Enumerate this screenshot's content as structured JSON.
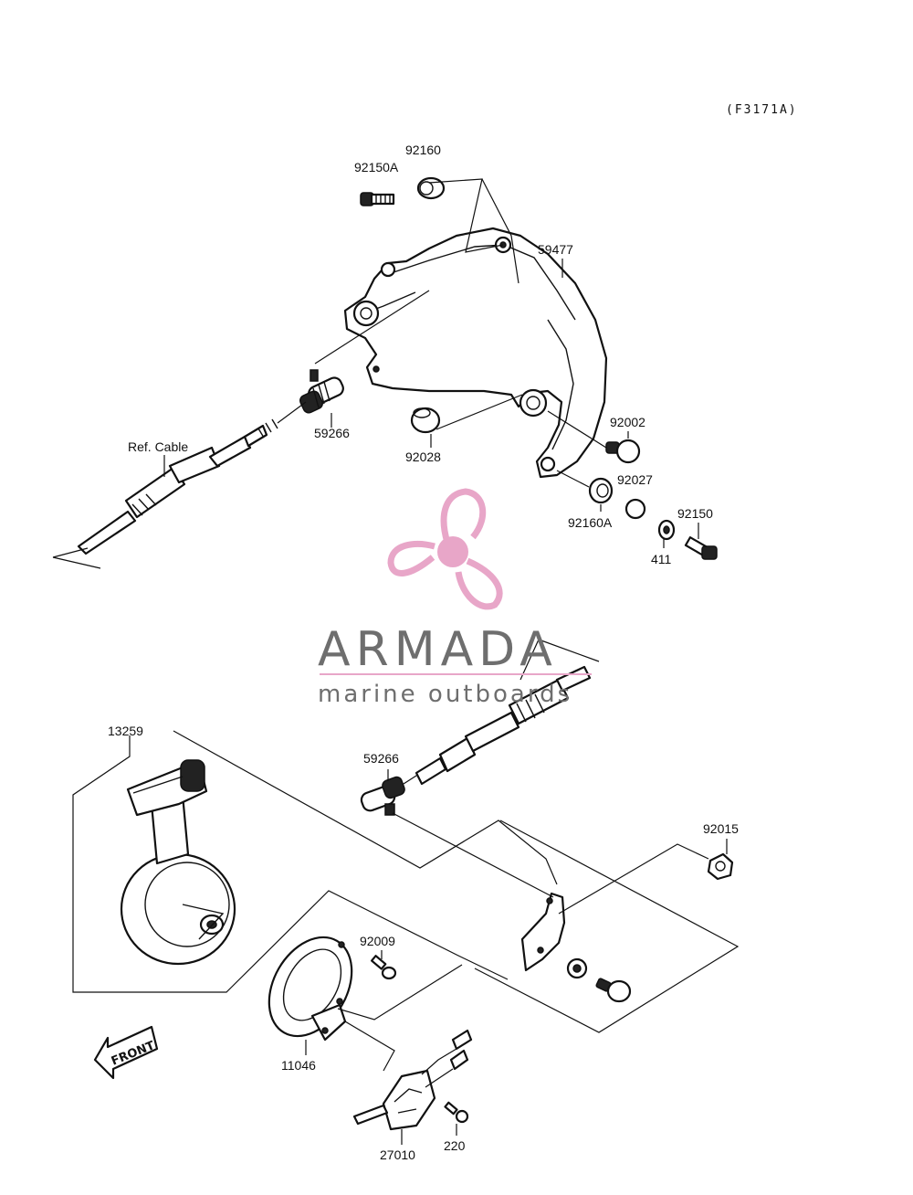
{
  "diagram_code": "(F3171A)",
  "watermark": {
    "brand": "ARMADA",
    "tagline": "marine outboards",
    "color": "#e8a6c8"
  },
  "front_label": "FRONT",
  "parts": {
    "p92150A_top": "92150A",
    "p92160_top": "92160",
    "p59477": "59477",
    "p59266_top": "59266",
    "p92028": "92028",
    "p92002": "92002",
    "p92027": "92027",
    "p92160A": "92160A",
    "p92150": "92150",
    "p411": "411",
    "ref_cable": "Ref. Cable",
    "p13259": "13259",
    "p59266_bottom": "59266",
    "p92015": "92015",
    "p92009": "92009",
    "p11046": "11046",
    "p27010": "27010",
    "p220": "220"
  }
}
